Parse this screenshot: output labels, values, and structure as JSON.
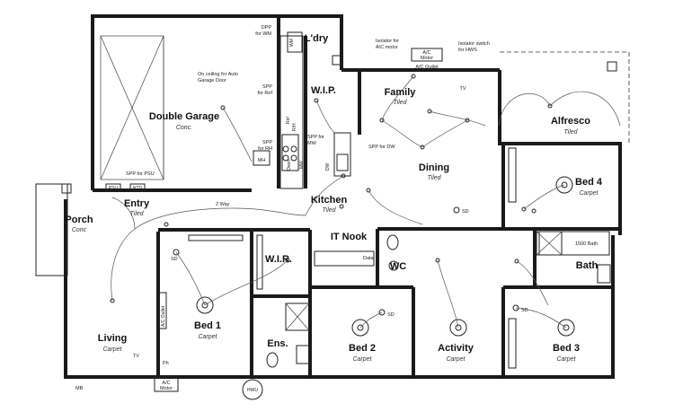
{
  "rooms": {
    "double_garage": {
      "name": "Double Garage",
      "finish": "Conc."
    },
    "laundry": {
      "name": "L'dry"
    },
    "wip": {
      "name": "W.I.P."
    },
    "family": {
      "name": "Family",
      "finish": "Tiled"
    },
    "alfresco": {
      "name": "Alfresco",
      "finish": "Tiled"
    },
    "dining": {
      "name": "Dining",
      "finish": "Tiled"
    },
    "kitchen": {
      "name": "Kitchen",
      "finish": "Tiled"
    },
    "entry": {
      "name": "Entry",
      "finish": "Tiled"
    },
    "porch": {
      "name": "Porch",
      "finish": "Conc"
    },
    "bed4": {
      "name": "Bed 4",
      "finish": "Carpet"
    },
    "it_nook": {
      "name": "IT Nook"
    },
    "wc": {
      "name": "WC"
    },
    "wir": {
      "name": "W.I.R."
    },
    "bath": {
      "name": "Bath"
    },
    "living": {
      "name": "Living",
      "finish": "Carpet"
    },
    "bed1": {
      "name": "Bed 1",
      "finish": "Carpet"
    },
    "ens": {
      "name": "Ens."
    },
    "bed2": {
      "name": "Bed 2",
      "finish": "Carpet"
    },
    "activity": {
      "name": "Activity",
      "finish": "Carpet"
    },
    "bed3": {
      "name": "Bed 3",
      "finish": "Carpet"
    }
  },
  "notes": {
    "dpp_wm_1": "DPP",
    "dpp_wm_2": "for WM",
    "wm": "WM",
    "isolator_ac_1": "Isolator for",
    "isolator_ac_2": "A/C motor",
    "ac_motor_top_1": "A/C",
    "ac_motor_top_2": "Motor",
    "ac_outlet": "A/C Outlet",
    "isolator_hws_1": "Isolator switch",
    "isolator_hws_2": "for HWS",
    "tv_family": "TV",
    "garage_door_1": "On ceiling for Auto",
    "garage_door_2": "Garage Door",
    "spp_ref_1": "SPP",
    "spp_ref_2": "for Ref",
    "spp_mw_1": "SPP for",
    "spp_mw_2": "MW",
    "spp_rh_1": "SPP",
    "spp_rh_2": "for RH",
    "mh": "MH",
    "spp_dw": "SPP for DW",
    "spp_psu": "SPP for PSU",
    "psu": "PSU",
    "ntd": "NTD",
    "two_way": "2 Way",
    "sd_dining": "SD",
    "sd_bed1": "SD",
    "sd_activity": "SD",
    "sd_bed3": "SD",
    "data": "Data",
    "bath_1500": "1500 Bath",
    "ac_outlet_bed1": "A/C Outlet",
    "tv_living": "TV",
    "ph": "Ph",
    "mb": "MB",
    "ac_motor_bottom_1": "A/C",
    "ac_motor_bottom_2": "Motor",
    "hwu": "HWU",
    "oven": "Oven",
    "ref": "Ref",
    "rh": "R/H",
    "mw": "MW",
    "dw": "DW"
  }
}
